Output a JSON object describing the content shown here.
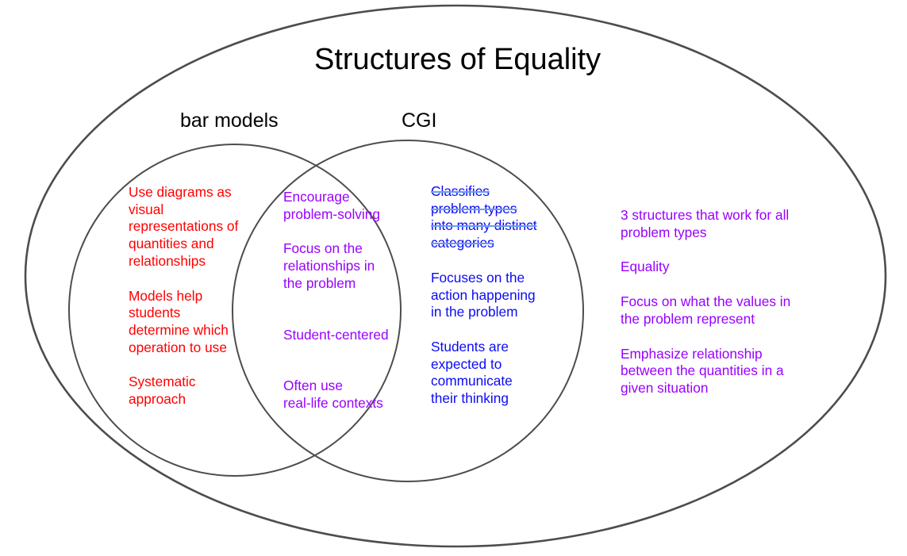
{
  "title": "Structures of Equality",
  "colors": {
    "title_text": "#000000",
    "shape_stroke": "#4d4d4d",
    "left_only_text": "#ff0000",
    "intersection_text": "#9900ff",
    "right_only_text": "#0b0bf5",
    "outer_right_text": "#9900ff",
    "strikethrough_line": "#6d9eeb"
  },
  "venn": {
    "left_circle_label": "bar models",
    "right_circle_label": "CGI",
    "left_only": {
      "paragraphs": [
        {
          "lines": [
            "Use diagrams as",
            "visual",
            "representations of",
            "quantities and",
            "relationships"
          ]
        },
        {
          "lines": [
            "Models help",
            "students",
            "determine which",
            "operation to use"
          ]
        },
        {
          "lines": [
            "Systematic",
            "approach"
          ]
        }
      ]
    },
    "intersection": {
      "paragraphs": [
        {
          "lines": [
            "Encourage",
            "problem-solving"
          ]
        },
        {
          "lines": [
            "Focus on the",
            "relationships in",
            "the problem"
          ]
        },
        {
          "lines": [
            "Student-centered"
          ]
        },
        {
          "lines": [
            "Often use",
            "real-life contexts"
          ]
        }
      ]
    },
    "right_only": {
      "paragraphs": [
        {
          "struck_through": true,
          "lines": [
            "Classifies",
            "problem types",
            "into many distinct",
            "categories"
          ]
        },
        {
          "lines": [
            "Focuses on the",
            "action happening",
            "in the problem"
          ]
        },
        {
          "lines": [
            "Students are",
            "expected to",
            "communicate",
            "their thinking"
          ]
        }
      ]
    },
    "outer_right": {
      "paragraphs": [
        {
          "lines": [
            "3 structures that work for all",
            "problem types"
          ]
        },
        {
          "lines": [
            "Equality"
          ]
        },
        {
          "lines": [
            "Focus on what the values in",
            "the problem represent"
          ]
        },
        {
          "lines": [
            "Emphasize relationship",
            "between the quantities in a",
            "given situation"
          ]
        }
      ]
    }
  }
}
